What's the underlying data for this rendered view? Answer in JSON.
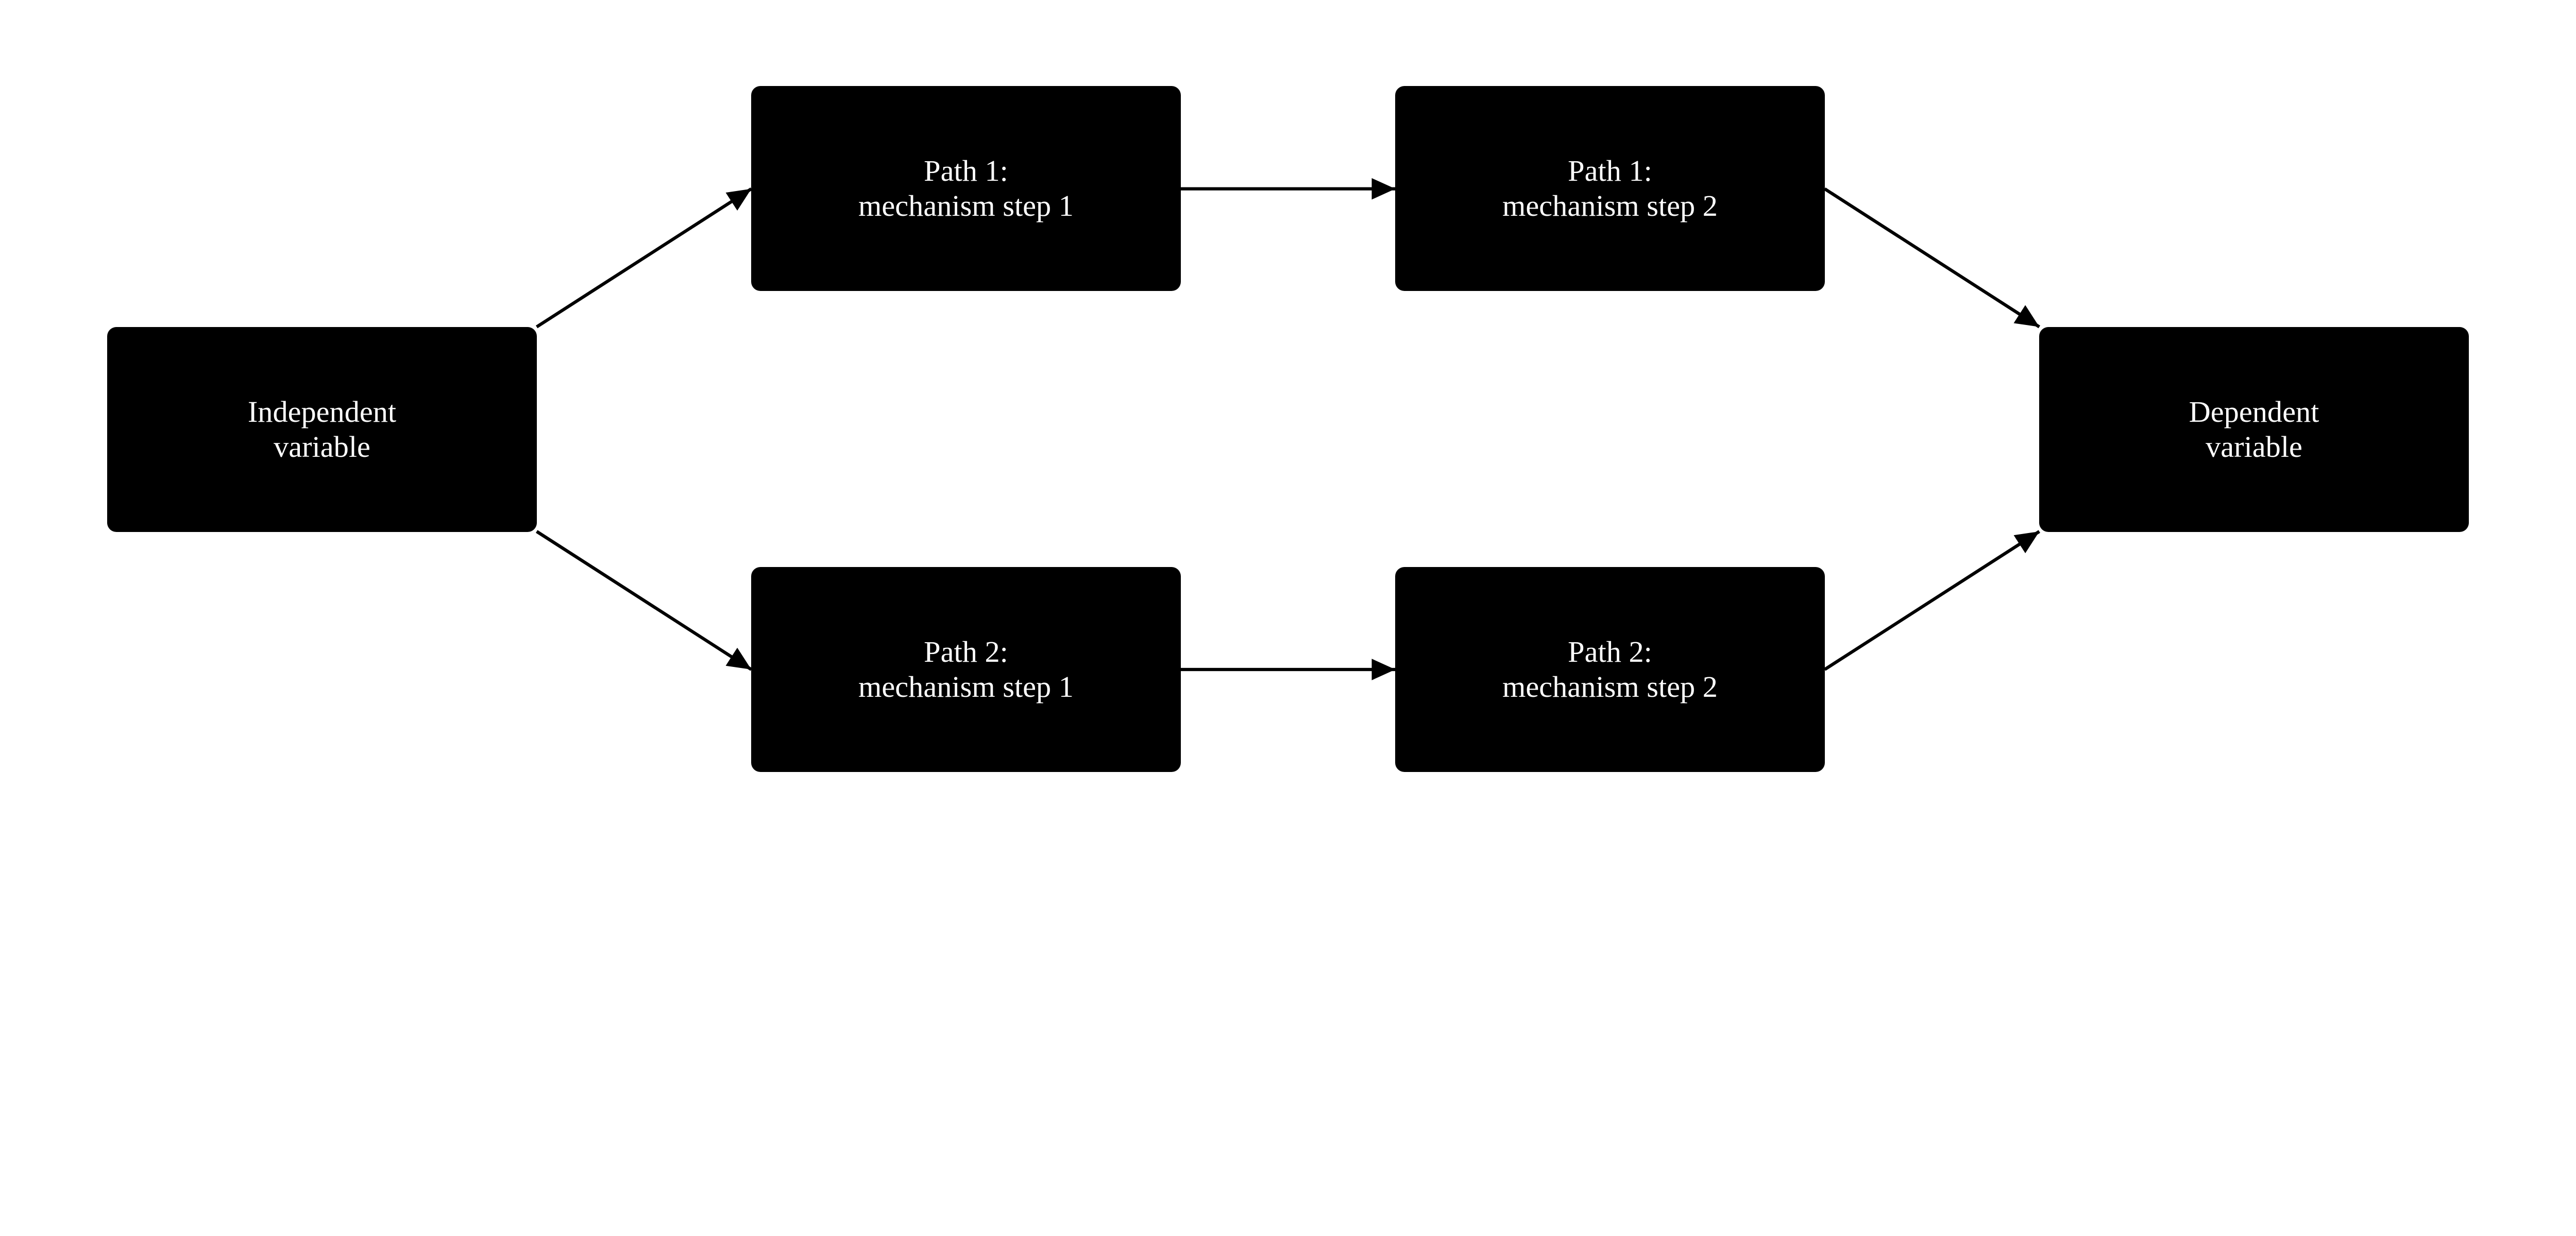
{
  "colors": {
    "node_fill": "#000000",
    "node_text": "#ffffff",
    "edge": "#000000",
    "background": "#ffffff"
  },
  "nodes": {
    "independent": {
      "line1": "Independent",
      "line2": "variable"
    },
    "p1s1": {
      "line1": "Path 1:",
      "line2": "mechanism step 1"
    },
    "p1s2": {
      "line1": "Path 1:",
      "line2": "mechanism step 2"
    },
    "p2s1": {
      "line1": "Path 2:",
      "line2": "mechanism step 1"
    },
    "p2s2": {
      "line1": "Path 2:",
      "line2": "mechanism step 2"
    },
    "dependent": {
      "line1": "Dependent",
      "line2": "variable"
    }
  },
  "edges": [
    {
      "from": "independent",
      "to": "p1s1"
    },
    {
      "from": "independent",
      "to": "p2s1"
    },
    {
      "from": "p1s1",
      "to": "p1s2"
    },
    {
      "from": "p2s1",
      "to": "p2s2"
    },
    {
      "from": "p1s2",
      "to": "dependent"
    },
    {
      "from": "p2s2",
      "to": "dependent"
    }
  ]
}
